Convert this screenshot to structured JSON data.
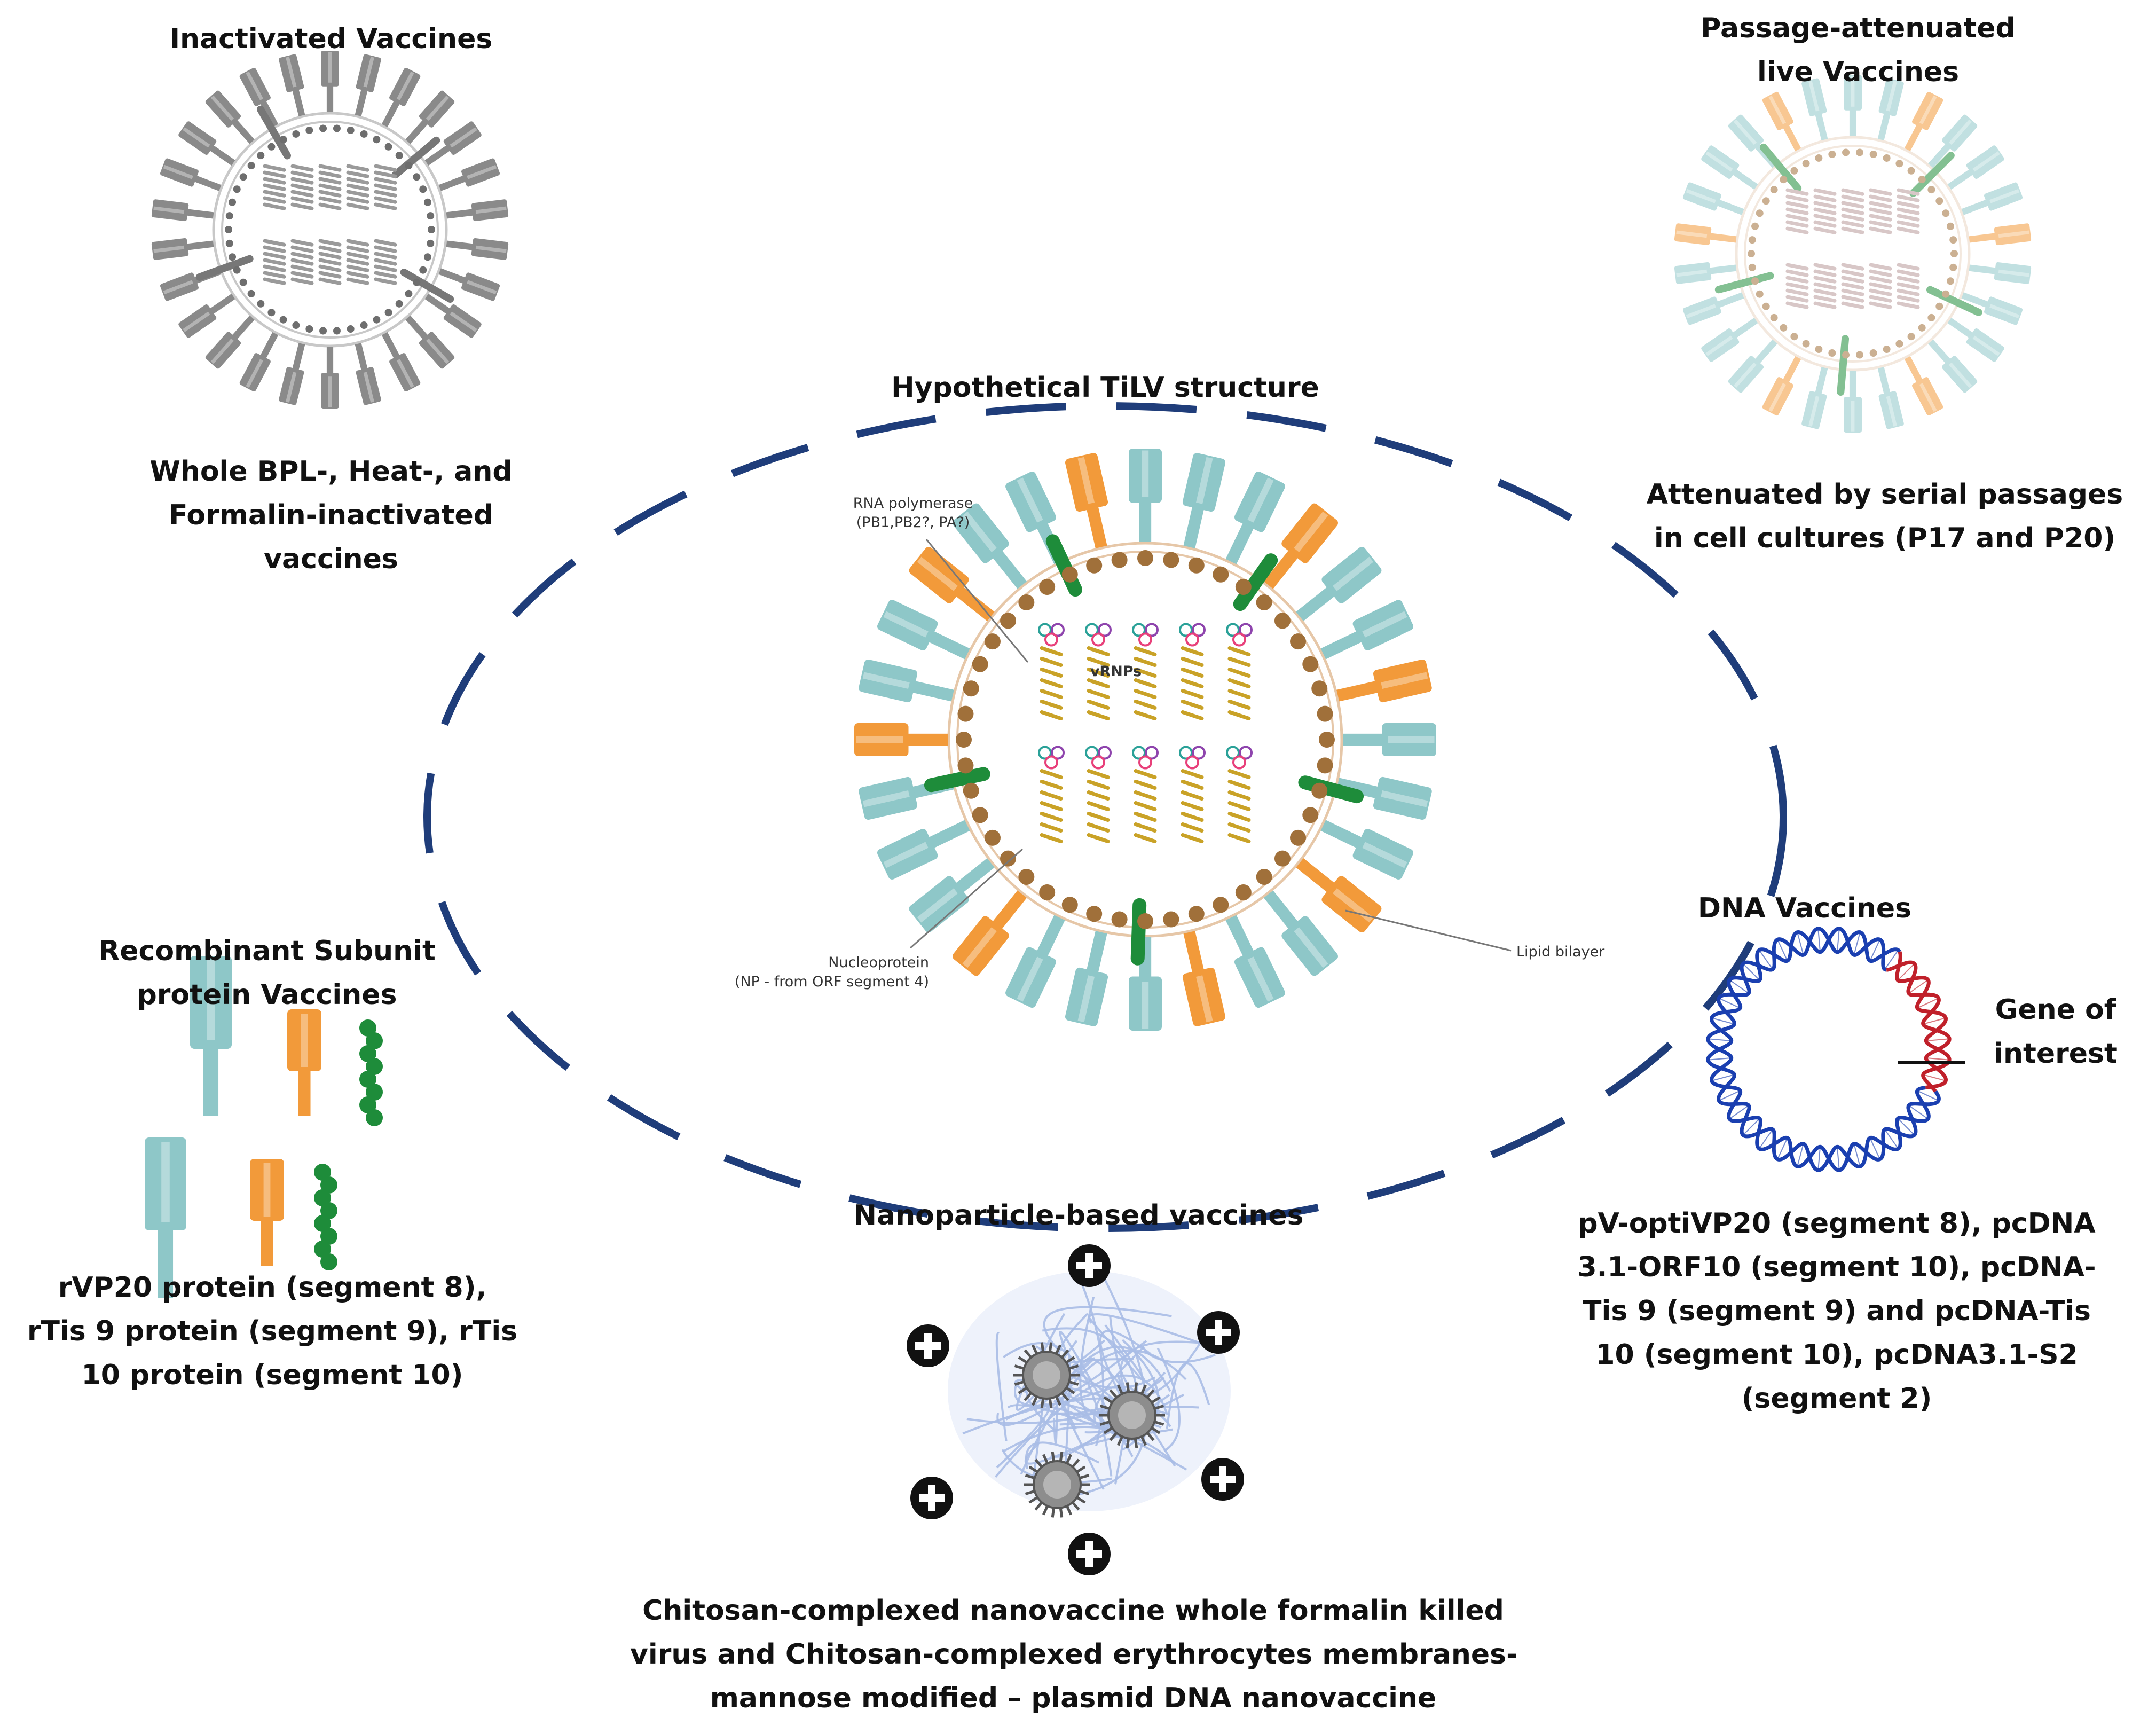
{
  "center": {
    "title": "Hypothetical TiLV structure",
    "rna_polymerase": [
      "RNA polymerase",
      "(PB1,PB2?, PA?)"
    ],
    "vrnps": "vRNPs",
    "nucleoprotein": [
      "Nucleoprotein",
      "(NP - from ORF segment 4)"
    ],
    "lipid_bilayer": "Lipid bilayer"
  },
  "inactivated": {
    "title": "Inactivated Vaccines",
    "description": [
      "Whole BPL-, Heat-, and",
      "Formalin-inactivated",
      "vaccines"
    ]
  },
  "attenuated": {
    "title": [
      "Passage-attenuated",
      "live Vaccines"
    ],
    "description": [
      "Attenuated by serial passages",
      "in cell cultures (P17 and P20)"
    ]
  },
  "subunit": {
    "title": [
      "Recombinant Subunit",
      "protein  Vaccines"
    ],
    "description": [
      "rVP20 protein (segment 8),",
      "rTis 9 protein (segment 9), rTis",
      "10 protein (segment 10)"
    ]
  },
  "dna": {
    "title": "DNA Vaccines",
    "gene_label": [
      "Gene of",
      "interest"
    ],
    "description": [
      "pV-optiVP20 (segment 8), pcDNA",
      "3.1-ORF10 (segment 10), pcDNA-",
      "Tis 9 (segment 9) and pcDNA-Tis",
      "10 (segment 10), pcDNA3.1-S2",
      "(segment 2)"
    ]
  },
  "nano": {
    "title": "Nanoparticle-based vaccines",
    "description": [
      "Chitosan-complexed nanovaccine whole formalin killed",
      "virus and Chitosan-complexed erythrocytes membranes-",
      "mannose modified – plasmid DNA nanovaccine"
    ]
  },
  "colors": {
    "dashed_ellipse": "#1f3d7a",
    "spike_teal": "#8ec7c8",
    "spike_orange": "#f29a3a",
    "spike_green": "#1e8c3a",
    "capsid_brown": "#a0703a",
    "gray": "#8a8a8a",
    "dna_blue": "#1a3fb0",
    "dna_red": "#c0202a",
    "plus_black": "#111111",
    "nano_blue": "#a8bde6"
  }
}
